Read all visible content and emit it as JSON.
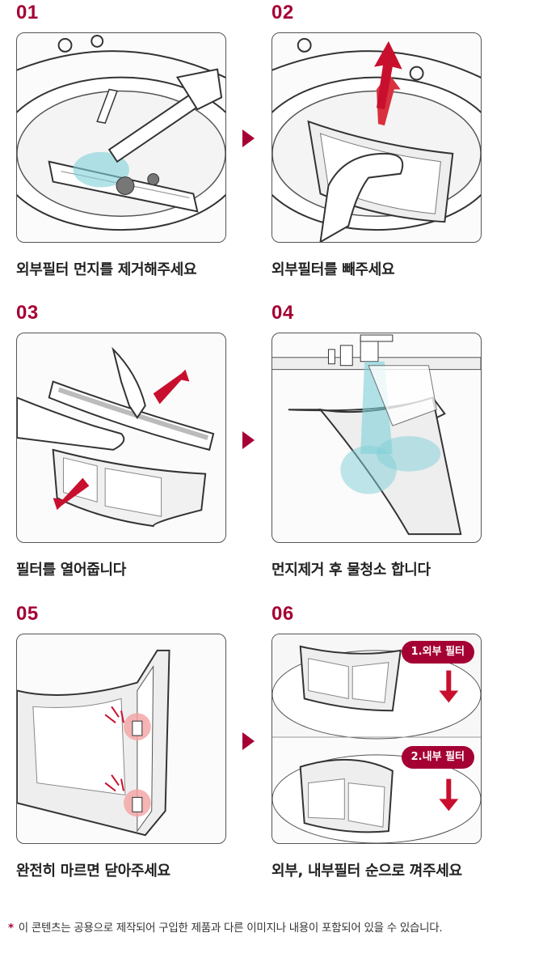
{
  "steps": [
    {
      "number": "01",
      "caption": "외부필터 먼지를 제거해주세요"
    },
    {
      "number": "02",
      "caption": "외부필터를 빼주세요"
    },
    {
      "number": "03",
      "caption": "필터를 열어줍니다"
    },
    {
      "number": "04",
      "caption": "먼지제거 후 물청소 합니다"
    },
    {
      "number": "05",
      "caption": "완전히 마르면 닫아주세요"
    },
    {
      "number": "06",
      "caption": "외부, 내부필터 순으로 껴주세요"
    }
  ],
  "step6_labels": {
    "outer": "1.외부 필터",
    "inner": "2.내부 필터"
  },
  "footnote": {
    "mark": "*",
    "text": "이 콘텐츠는 공용으로 제작되어 구입한 제품과 다른 이미지나 내용이 포함되어 있을 수 있습니다."
  },
  "colors": {
    "accent": "#a50034",
    "water": "#7fd0d8",
    "highlight": "#f4a3a3"
  }
}
